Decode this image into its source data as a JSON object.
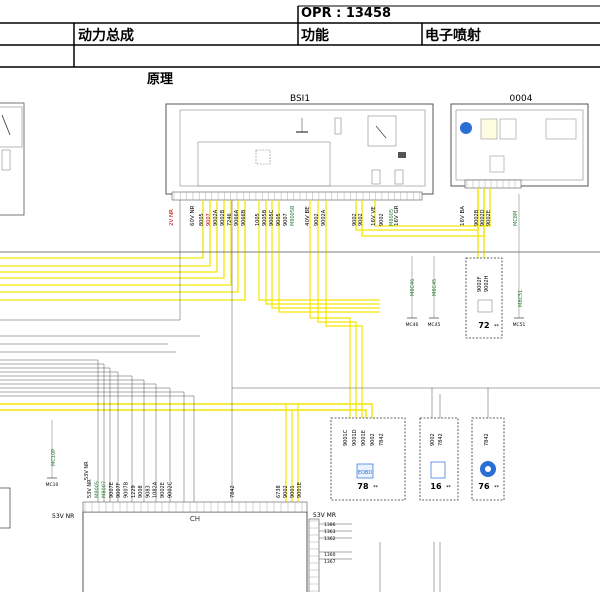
{
  "header": {
    "opr": "OPR : 13458",
    "category": "动力总成",
    "function_label": "功能",
    "function_value": "电子喷射"
  },
  "section_title": "原理",
  "components": {
    "bsi": {
      "name": "BSI1"
    },
    "ecu": {
      "name": "0004"
    },
    "ch": {
      "name": "CH"
    },
    "c72": {
      "code": "72",
      "suffix": "**"
    },
    "c78": {
      "code": "78",
      "suffix": "**",
      "icon_text": "EOBD"
    },
    "c16": {
      "code": "16",
      "suffix": "**"
    },
    "c76": {
      "code": "76",
      "suffix": "**"
    }
  },
  "connectors": {
    "bsi_a": "2V NR",
    "bsi_b": "60V NR",
    "bsi_c": "40V BE",
    "bsi_d": "16V VE",
    "bsi_e": "16V GR",
    "ecu_a": "16V BA",
    "ch_left": "53V NR",
    "ch_right": "53V MR",
    "ch_sub": "53V NR"
  },
  "wire_labels": {
    "bsi_group1": [
      "8005",
      "9007",
      "9002A",
      "9002B",
      "7246",
      "9066A",
      "9066B"
    ],
    "bsi_group2": [
      "1005",
      "9005B",
      "9005C",
      "9005",
      "9007",
      "M8005B"
    ],
    "bsi_group3": [
      "9002",
      "9002A"
    ],
    "bsi_group4": [
      "9002",
      "9002"
    ],
    "bsi_group5": [
      "9002",
      "M8005"
    ],
    "ecu_wires": [
      "9002B",
      "9002D",
      "9002E"
    ],
    "ecu_mc": "MC8M",
    "c72_wires": [
      "9002F",
      "9002H"
    ],
    "c78_wires": [
      "9001C",
      "9001D",
      "9001E",
      "9002",
      "7842"
    ],
    "c16_wires": [
      "9002",
      "7842"
    ],
    "c76_wires": [
      "7842"
    ],
    "ch_wires": [
      "53V NR",
      "M8005",
      "M8007",
      "9007E",
      "9007F",
      "9007B",
      "1229",
      "9008",
      "9083",
      "1082A",
      "9002E",
      "9002C"
    ],
    "mid_wire": "7842",
    "lower_wires": [
      "6738",
      "9002",
      "9001",
      "9001E"
    ],
    "right_pins": [
      "1386",
      "1363",
      "1362",
      "1360",
      "1367"
    ]
  },
  "grounds": {
    "mc46": "MC46",
    "mc45": "MC45",
    "mc51": "MC51",
    "mc51_vert": "M8C51",
    "mc46_vert": "M8C46",
    "mc45_vert": "M8C45",
    "mc10": "MC10",
    "mc10_vert": "MC10P"
  }
}
